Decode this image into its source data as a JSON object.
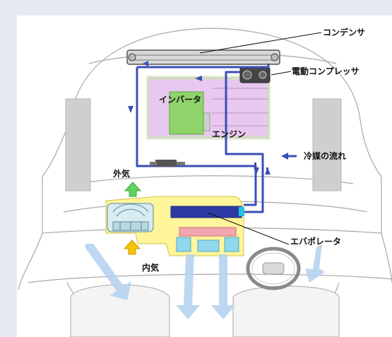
{
  "labels": {
    "condenser": "コンデンサ",
    "compressor": "電動コンプレッサ",
    "inverter": "インバータ",
    "engine": "エンジン",
    "refrigerant_flow": "冷媒の流れ",
    "outside_air": "外気",
    "inside_air": "内気",
    "evaporator": "エバポレータ"
  },
  "colors": {
    "background": "#e6e9f4",
    "panel": "#ffffff",
    "refrigerant_line": "#3a4fb5",
    "component_fill": "#e8c8f0",
    "inverter_fill": "#8fd36b",
    "hvac_fill": "#fff59a",
    "air_flow": "#b7d3f0",
    "outside_air_arrow": "#5fd35f",
    "inside_air_arrow": "#f2c400"
  }
}
